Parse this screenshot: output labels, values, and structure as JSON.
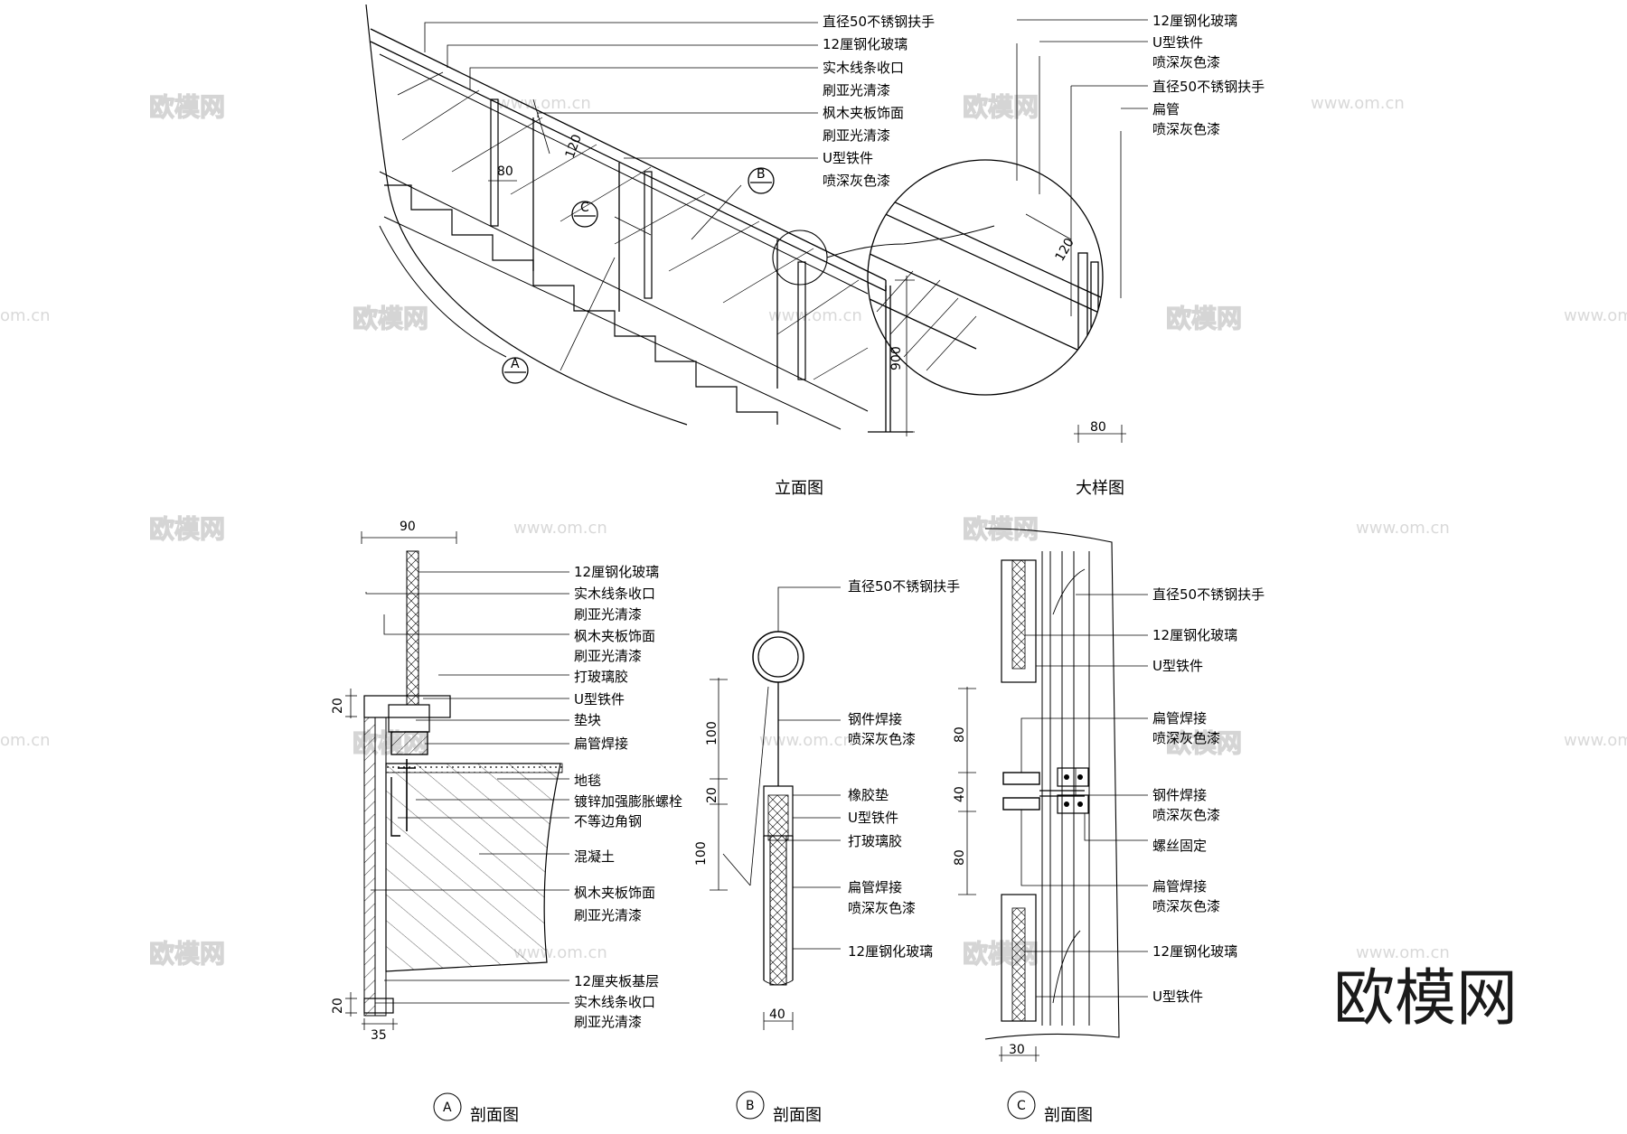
{
  "watermark": {
    "cn": "欧模网",
    "url": "www.om.cn",
    "url_short": "om.cn",
    "brand": "欧模网"
  },
  "elevation": {
    "title": "立面图",
    "labels": [
      "直径50不锈钢扶手",
      "12厘钢化玻璃",
      "实木线条收口",
      "刷亚光清漆",
      "枫木夹板饰面",
      "刷亚光清漆",
      "U型铁件",
      "喷深灰色漆"
    ],
    "dims": {
      "d80": "80",
      "d120": "120",
      "d900": "900"
    },
    "markers": {
      "a": "A",
      "b": "B",
      "c": "C"
    }
  },
  "detail": {
    "title": "大样图",
    "labels": [
      "12厘钢化玻璃",
      "U型铁件",
      "喷深灰色漆",
      "直径50不锈钢扶手",
      "扁管",
      "喷深灰色漆"
    ],
    "dims": {
      "d120": "120",
      "d80": "80"
    }
  },
  "sectionA": {
    "title": "剖面图",
    "marker": "A",
    "labels": [
      "12厘钢化玻璃",
      "实木线条收口",
      "刷亚光清漆",
      "枫木夹板饰面",
      "刷亚光清漆",
      "打玻璃胶",
      "U型铁件",
      "垫块",
      "扁管焊接",
      "地毯",
      "镀锌加强膨胀螺栓",
      "不等边角钢",
      "混凝土",
      "枫木夹板饰面",
      "刷亚光清漆",
      "12厘夹板基层",
      "实木线条收口",
      "刷亚光清漆"
    ],
    "dims": {
      "top": "90",
      "left1": "20",
      "left2": "20",
      "bottom": "35"
    }
  },
  "sectionB": {
    "title": "剖面图",
    "marker": "B",
    "labels": [
      "直径50不锈钢扶手",
      "钢件焊接",
      "喷深灰色漆",
      "橡胶垫",
      "U型铁件",
      "打玻璃胶",
      "扁管焊接",
      "喷深灰色漆",
      "12厘钢化玻璃"
    ],
    "dims": {
      "d100a": "100",
      "d20": "20",
      "d100b": "100",
      "d40": "40"
    }
  },
  "sectionC": {
    "title": "剖面图",
    "marker": "C",
    "labels": [
      "直径50不锈钢扶手",
      "12厘钢化玻璃",
      "U型铁件",
      "扁管焊接",
      "喷深灰色漆",
      "钢件焊接",
      "喷深灰色漆",
      "螺丝固定",
      "扁管焊接",
      "喷深灰色漆",
      "12厘钢化玻璃",
      "U型铁件"
    ],
    "dims": {
      "d80a": "80",
      "d40": "40",
      "d80b": "80",
      "d30": "30"
    }
  }
}
